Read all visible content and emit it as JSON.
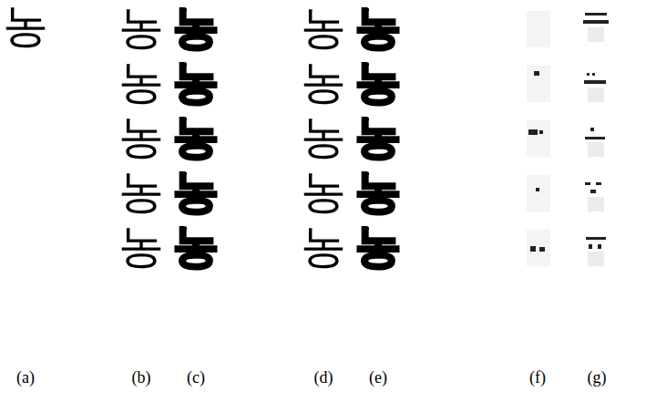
{
  "diagram": {
    "labels": [
      "농",
      "농",
      "농",
      "농",
      "농",
      "농",
      "농",
      "농",
      "농",
      "농",
      "농",
      "농",
      "농",
      "농",
      "농",
      "농",
      "농",
      "농",
      "농",
      "농",
      "농",
      "(a)",
      "(b)",
      "(c)",
      "(d)",
      "(e)",
      "(f)",
      "(g)"
    ]
  }
}
